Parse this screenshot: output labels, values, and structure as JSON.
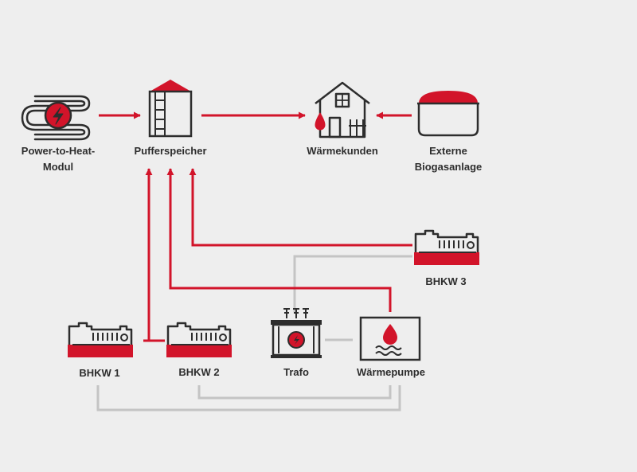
{
  "colors": {
    "accent": "#d2142a",
    "ink": "#2d2d2d",
    "connector": "#c4c4c4",
    "background": "#eeeeee"
  },
  "nodes": {
    "p2h": {
      "line1": "Power-to-Heat-",
      "line2": "Modul",
      "icon": "heating-coil-icon"
    },
    "puffer": {
      "line1": "Pufferspeicher",
      "icon": "storage-silo-icon"
    },
    "kunden": {
      "line1": "Wärmekunden",
      "icon": "house-icon"
    },
    "biogas": {
      "line1": "Externe",
      "line2": "Biogasanlage",
      "icon": "biogas-tank-icon"
    },
    "bhkw3": {
      "line1": "BHKW 3",
      "icon": "chp-engine-icon"
    },
    "bhkw1": {
      "line1": "BHKW 1",
      "icon": "chp-engine-icon"
    },
    "bhkw2": {
      "line1": "BHKW 2",
      "icon": "chp-engine-icon"
    },
    "trafo": {
      "line1": "Trafo",
      "icon": "transformer-icon"
    },
    "pumpe": {
      "line1": "Wärmepumpe",
      "icon": "heat-pump-icon"
    }
  }
}
